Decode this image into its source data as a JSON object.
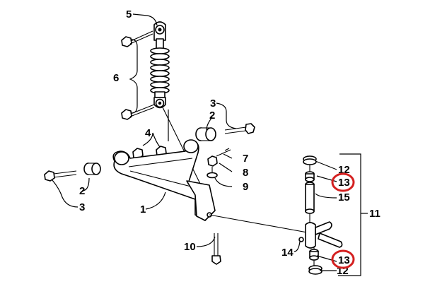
{
  "callouts": {
    "c1": "1",
    "c2a": "2",
    "c2b": "2",
    "c3a": "3",
    "c3b": "3",
    "c4": "4",
    "c5": "5",
    "c6": "6",
    "c7": "7",
    "c8": "8",
    "c9": "9",
    "c10": "10",
    "c11": "11",
    "c12a": "12",
    "c12b": "12",
    "c13a": "13",
    "c13b": "13",
    "c14": "14",
    "c15": "15"
  },
  "highlighted_callouts": [
    "13",
    "13"
  ],
  "colors": {
    "line": "#000000",
    "highlight": "#d42020",
    "background": "#ffffff"
  }
}
